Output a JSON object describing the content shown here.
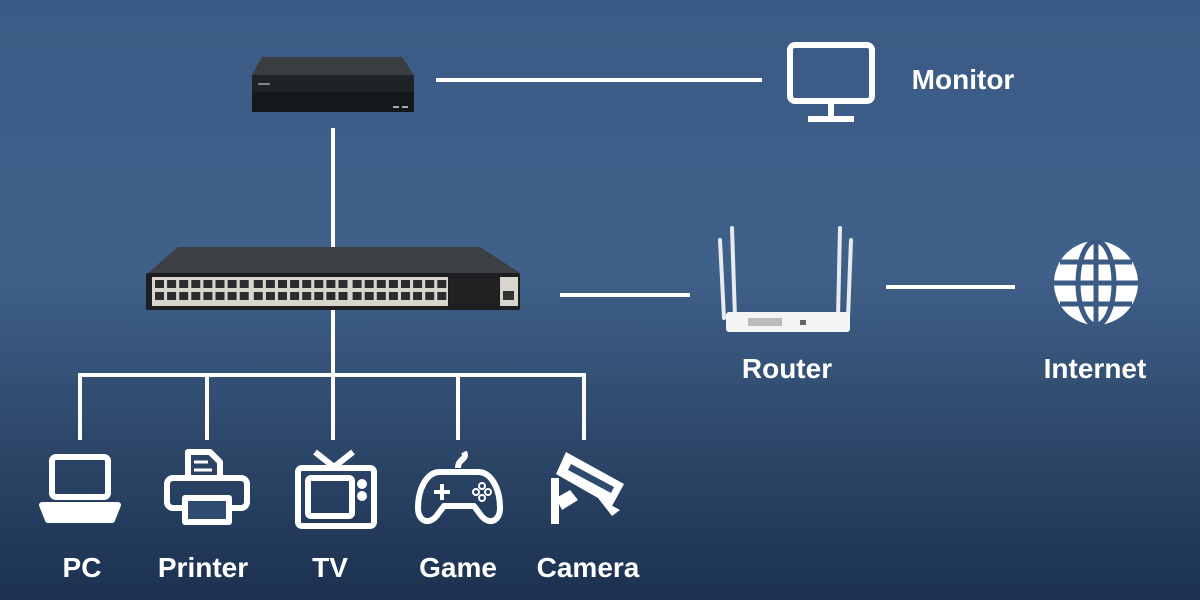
{
  "labels": {
    "monitor": "Monitor",
    "router": "Router",
    "internet": "Internet",
    "pc": "PC",
    "printer": "Printer",
    "tv": "TV",
    "game": "Game",
    "camera": "Camera"
  },
  "colors": {
    "line": "#ffffff",
    "background_top": "#3b5b86",
    "background_bottom": "#1c3150"
  }
}
